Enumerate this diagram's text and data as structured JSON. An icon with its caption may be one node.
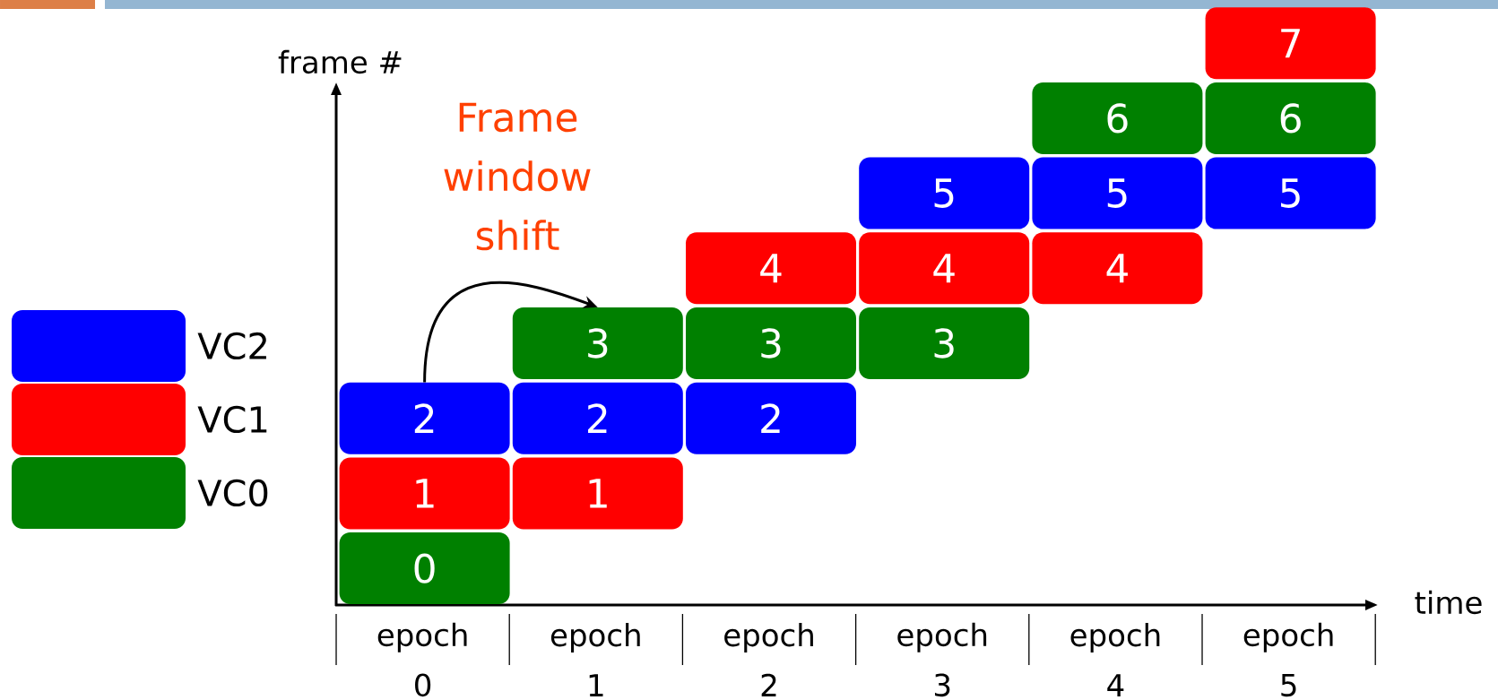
{
  "diagram": {
    "nodes": [
      {
        "text": [
          "0"
        ]
      },
      {
        "text": [
          "1"
        ]
      },
      {
        "text": [
          "2"
        ]
      },
      {
        "text": [
          "1"
        ]
      },
      {
        "text": [
          "2"
        ]
      },
      {
        "text": [
          "3"
        ]
      },
      {
        "text": [
          "2"
        ]
      },
      {
        "text": [
          "3"
        ]
      },
      {
        "text": [
          "4"
        ]
      },
      {
        "text": [
          "3"
        ]
      },
      {
        "text": [
          "4"
        ]
      },
      {
        "text": [
          "5"
        ]
      },
      {
        "text": [
          "4"
        ]
      },
      {
        "text": [
          "5"
        ]
      },
      {
        "text": [
          "6"
        ]
      },
      {
        "text": [
          "5"
        ]
      },
      {
        "text": [
          "6"
        ]
      },
      {
        "text": [
          "7"
        ]
      }
    ],
    "edges": [
      {
        "from": 2,
        "to": 5,
        "arrow": "to",
        "label": "Frame window shift"
      }
    ],
    "labels": [
      "frame #",
      "time",
      "epoch 0",
      "epoch 1",
      "epoch 2",
      "epoch 3",
      "epoch 4",
      "epoch 5"
    ],
    "legend": [
      {
        "text": "VC2",
        "color": "#0000ff"
      },
      {
        "text": "VC1",
        "color": "#ff0000"
      },
      {
        "text": "VC0",
        "color": "#008000"
      }
    ]
  }
}
